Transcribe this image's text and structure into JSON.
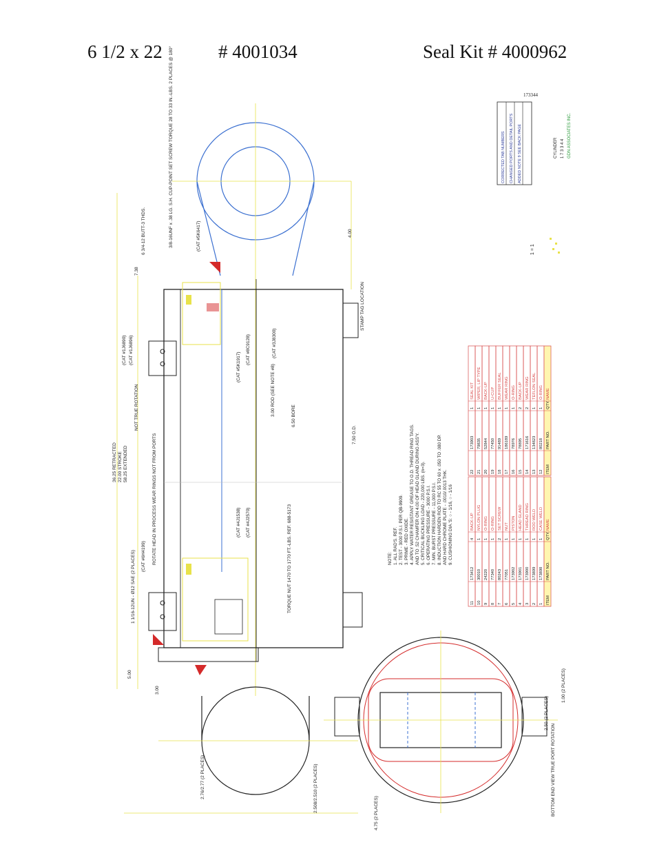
{
  "header": {
    "size": "6 1/2 x 22",
    "part_number": "# 4001034",
    "seal_kit": "Seal Kit # 4000962"
  },
  "drawing": {
    "drawing_number": "173344",
    "title_block": [
      "CYLINDER",
      "1 7 3 3 4 4"
    ],
    "scale": "1 = 1",
    "revisions": [
      "CORRECTED TAB NUMBERS",
      "CHANGED PORTS AND DETAIL PORTS",
      "ADDED NOTE 9 SEE BACK PAGE"
    ],
    "dimensions": {
      "retracted": "36.25 RETRACTED",
      "stroke": "22.00 STROKE",
      "extended": "58.25 EXTENDED",
      "rod": "3.00 ROD (SEE NOTE #8)",
      "bore": "6.50 BORE",
      "od": "7.50 O.D.",
      "thread": "6 3/4-12 BUTT-3 THDS.",
      "dim_730": "7.38",
      "dim_400": "4.00",
      "dim_500": "5.00",
      "dim_300": "3.00",
      "port": "1 1/16-12UN - Ø12 SAE (2 PLACES)",
      "setscrew": "3/8-16UNF x .38 LG. S.H. CUP-POINT SET SCREW TORQUE 28 TO 33 IN.-LBS. 2 PLACES @ 180°",
      "torque": "TORQUE NUT 1470 TO 1770 FT.-LBS. REF. 688-5173",
      "pin_a": "2.76/2.77 (2 PLACES)",
      "pin_b": "2.508/2.510 (2 PLACES)",
      "width": "4.75 (2 PLACES)",
      "port_b": "1.00 (2 PLACES)",
      "port_c": "2.50 (2 PLACES)"
    },
    "callouts": {
      "not_true": "NOT TRUE ROTATION",
      "rotate": "ROTATE HEAD IN PROCESS WEAR RINGS NOT FROM PORTS",
      "stamp": "STAMP TAG LOCATION",
      "bottom_view": "BOTTOM END VIEW TRUE PORT ROTATION",
      "cat_a": "(CAT #1J6890)",
      "cat_b": "(CAT #1J6896)",
      "cat_c": "(CAT #5K1917)",
      "cat_d": "(CAT #8C9128)",
      "cat_e": "(CAT #3J8300)",
      "cat_f": "(CAT #4J1538)",
      "cat_g": "(CAT #4J2570)",
      "cat_h": "(CAT #6H4199)",
      "cat_i": "(CAT #5K6417)"
    },
    "notes": [
      "NOTE:",
      "1. ALL RAD'S. REF.",
      "2. TEST - 3000 P.S.I. PER QB-9909.",
      "3. PRIME - RED OXIDE.",
      "4. APPLY WATER RESISTANT GREASE TO O.D. THREAD RING TAGS.",
      "   AND TO .52 CHAMFER ON 4.00 OF HEAD GLAND DURING ASS'Y.",
      "5. CRITICAL BUCKLING LOAD - 220,000 LBS. (n=3).",
      "6. OPERATING PRESSURE - 3000 P.S.I.",
      "7. MIN. BURST PRESSURE - 11,000 P.S.I.",
      "8. INDUCTION HARDEN ROD TO RC 55 TO 60 x .050 TO .080 DP.",
      "   AND HARD CHROME PLATE - .0010/.0013 THK.",
      "9. CUSHIONING DIA.'S: ○ - 1/16, ○ - 1/16"
    ],
    "bom_left": [
      [
        "11",
        "173412",
        "4",
        "BACK-UP"
      ],
      [
        "10",
        "30010",
        "1",
        "NYLON PLUG"
      ],
      [
        "9",
        "24220",
        "1",
        "O-RING"
      ],
      [
        "8",
        "77340",
        "1",
        "O-RING"
      ],
      [
        "7",
        "80243",
        "2",
        "SET SCREW"
      ],
      [
        "6",
        "77051",
        "1",
        "NUT"
      ],
      [
        "5",
        "173902",
        "1",
        "PISTON"
      ],
      [
        "4",
        "173901",
        "1",
        "HEAD GLAND"
      ],
      [
        "3",
        "173900",
        "1",
        "THREAD RING"
      ],
      [
        "2",
        "173899",
        "1",
        "ROD WELD"
      ],
      [
        "1",
        "173898",
        "1",
        "CASE WELD"
      ]
    ],
    "bom_right": [
      [
        "22",
        "173903",
        "1",
        "SEAL KIT"
      ],
      [
        "21",
        "79835",
        "1",
        "WIPER, LIP TYPE"
      ],
      [
        "20",
        "52844",
        "1",
        "BACK-UP"
      ],
      [
        "19",
        "77450",
        "1",
        "U-CUP"
      ],
      [
        "18",
        "91489",
        "1",
        "BUFFER SEAL"
      ],
      [
        "17",
        "186189",
        "1",
        "WEAR RING"
      ],
      [
        "16",
        "78976",
        "1",
        "O-RING"
      ],
      [
        "15",
        "78895",
        "2",
        "BACK-UP"
      ],
      [
        "14",
        "171616",
        "2",
        "WEAR RING"
      ],
      [
        "13",
        "134823",
        "1",
        "TEFLON SEAL"
      ],
      [
        "12",
        "80218",
        "1",
        "O-RING"
      ]
    ],
    "bom_footer_left": [
      "ITEM",
      "PART NO.",
      "QTY.",
      "NAME"
    ],
    "bom_footer_right": [
      "ITEM",
      "PART NO.",
      "QTY.",
      "NAME"
    ]
  },
  "colors": {
    "outline": "#222222",
    "center": "#e8e24a",
    "red": "#d42a2a",
    "blue": "#3a6fd0",
    "green": "#2a9a3a",
    "table": "#d84a4a"
  }
}
